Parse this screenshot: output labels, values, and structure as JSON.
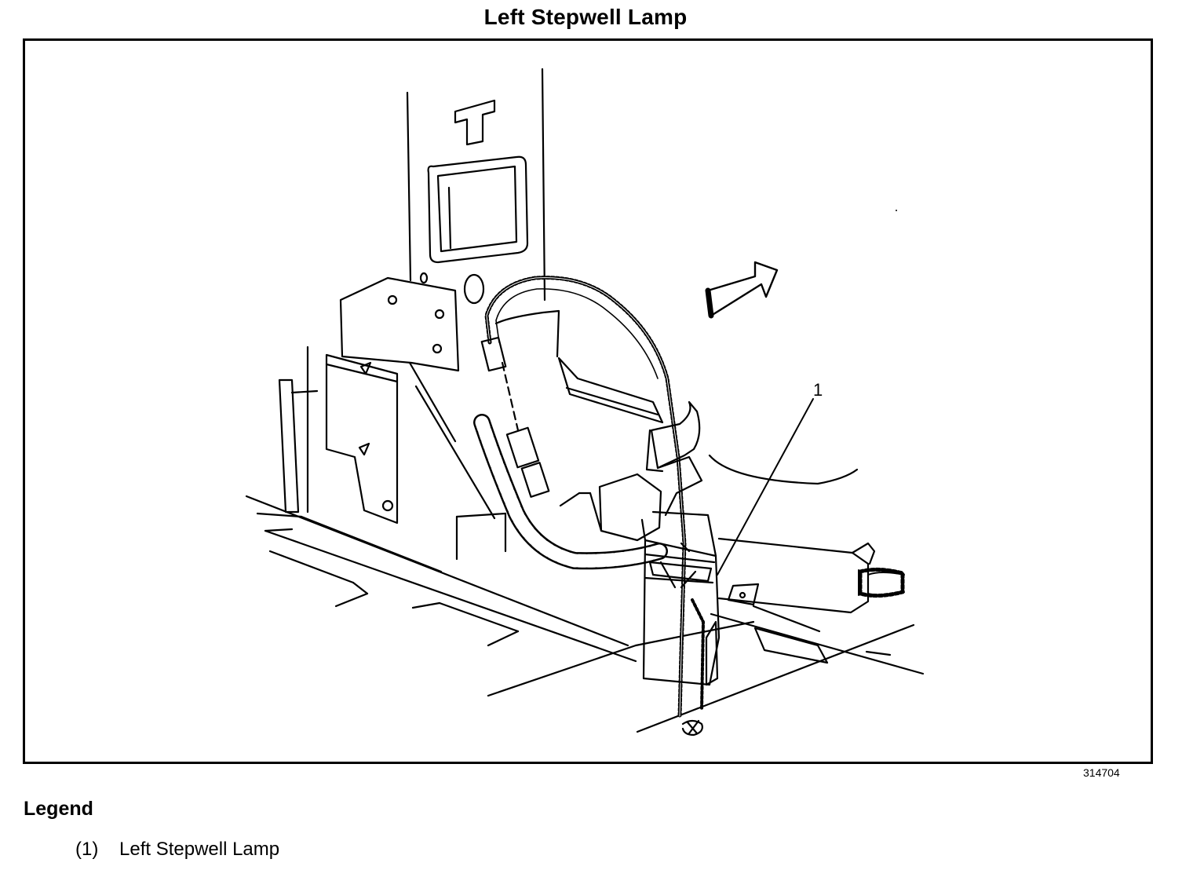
{
  "title": "Left Stepwell Lamp",
  "figure_number": "314704",
  "callouts": [
    {
      "label": "1"
    }
  ],
  "legend": {
    "heading": "Legend",
    "items": [
      {
        "number": "(1)",
        "text": "Left Stepwell Lamp"
      }
    ]
  },
  "icons": {
    "direction_arrow": "forward-arrow-icon"
  }
}
